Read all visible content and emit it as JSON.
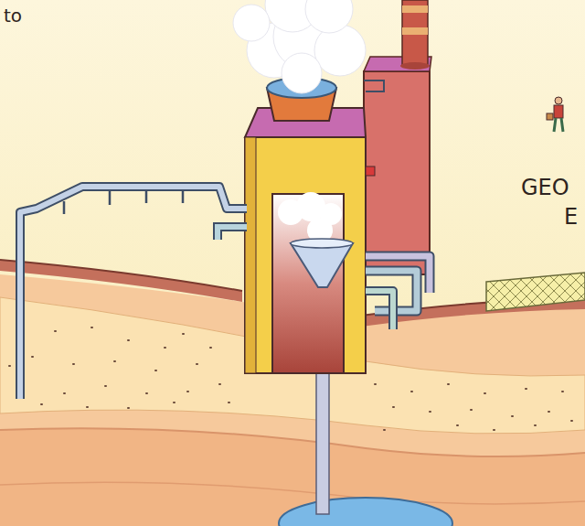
{
  "diagram": {
    "labels": [
      "to",
      "GEO",
      "E"
    ]
  }
}
